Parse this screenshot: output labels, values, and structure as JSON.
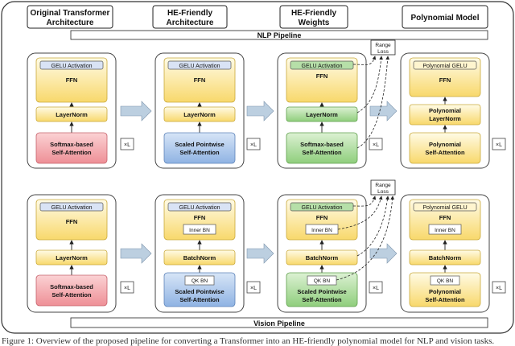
{
  "headers": {
    "original": [
      "Original Transformer",
      "Architecture"
    ],
    "he_arch": [
      "HE-Friendly",
      "Architecture"
    ],
    "he_weights": [
      "HE-Friendly",
      "Weights"
    ],
    "poly": "Polynomial Model"
  },
  "pipelines": {
    "nlp": "NLP Pipeline",
    "vision": "Vision Pipeline"
  },
  "nlp": {
    "col1": {
      "act": "GELU Activation",
      "ffn": "FFN",
      "norm": "LayerNorm",
      "attn": [
        "Softmax-based",
        "Self-Attention"
      ],
      "rep": "×L"
    },
    "col2": {
      "act": "GELU Activation",
      "ffn": "FFN",
      "norm": "LayerNorm",
      "attn": [
        "Scaled Pointwise",
        "Self-Attention"
      ],
      "rep": "×L"
    },
    "col3": {
      "act": "GELU Activation",
      "ffn": "FFN",
      "norm": "LayerNorm",
      "attn": [
        "Softmax-based",
        "Self-Attention"
      ],
      "rep": "×L"
    },
    "col4": {
      "act": "Polynomial GELU",
      "ffn": "FFN",
      "norm": [
        "Polynomial",
        "LayerNorm"
      ],
      "attn": [
        "Polynomial",
        "Self-Attention"
      ],
      "rep": "×L"
    },
    "range_loss": [
      "Range",
      "Loss"
    ]
  },
  "vision": {
    "col1": {
      "act": "GELU Activation",
      "ffn": "FFN",
      "norm": "LayerNorm",
      "attn": [
        "Softmax-based",
        "Self-Attention"
      ],
      "rep": "×L"
    },
    "col2": {
      "act": "GELU Activation",
      "ffn": "FFN",
      "inner": "Inner BN",
      "norm": "BatchNorm",
      "qk": "QK BN",
      "attn": [
        "Scaled Pointwise",
        "Self-Attention"
      ],
      "rep": "×L"
    },
    "col3": {
      "act": "GELU Activation",
      "ffn": "FFN",
      "inner": "Inner BN",
      "norm": "BatchNorm",
      "qk": "QK BN",
      "attn": [
        "Scaled Pointwise",
        "Self-Attention"
      ],
      "rep": "×L"
    },
    "col4": {
      "act": "Polynomial GELU",
      "ffn": "FFN",
      "inner": "Inner BN",
      "norm": "BatchNorm",
      "qk": "QK BN",
      "attn": [
        "Polynomial",
        "Self-Attention"
      ],
      "rep": "×L"
    },
    "range_loss": [
      "Range",
      "Loss"
    ]
  },
  "caption": "Figure 1: Overview of the proposed pipeline for converting a Transformer into an HE-friendly polynomial model for NLP and vision tasks.",
  "colors": {
    "gelu_blue": "#d9e3f5",
    "gelu_green": "#b6dfa8",
    "yellow_light": "#fff5cf",
    "yellow": "#f9d766",
    "red": "#f1a3a8",
    "blue": "#a7c4ea",
    "green": "#a8d99a",
    "arrow_fill": "#bccfe0"
  }
}
